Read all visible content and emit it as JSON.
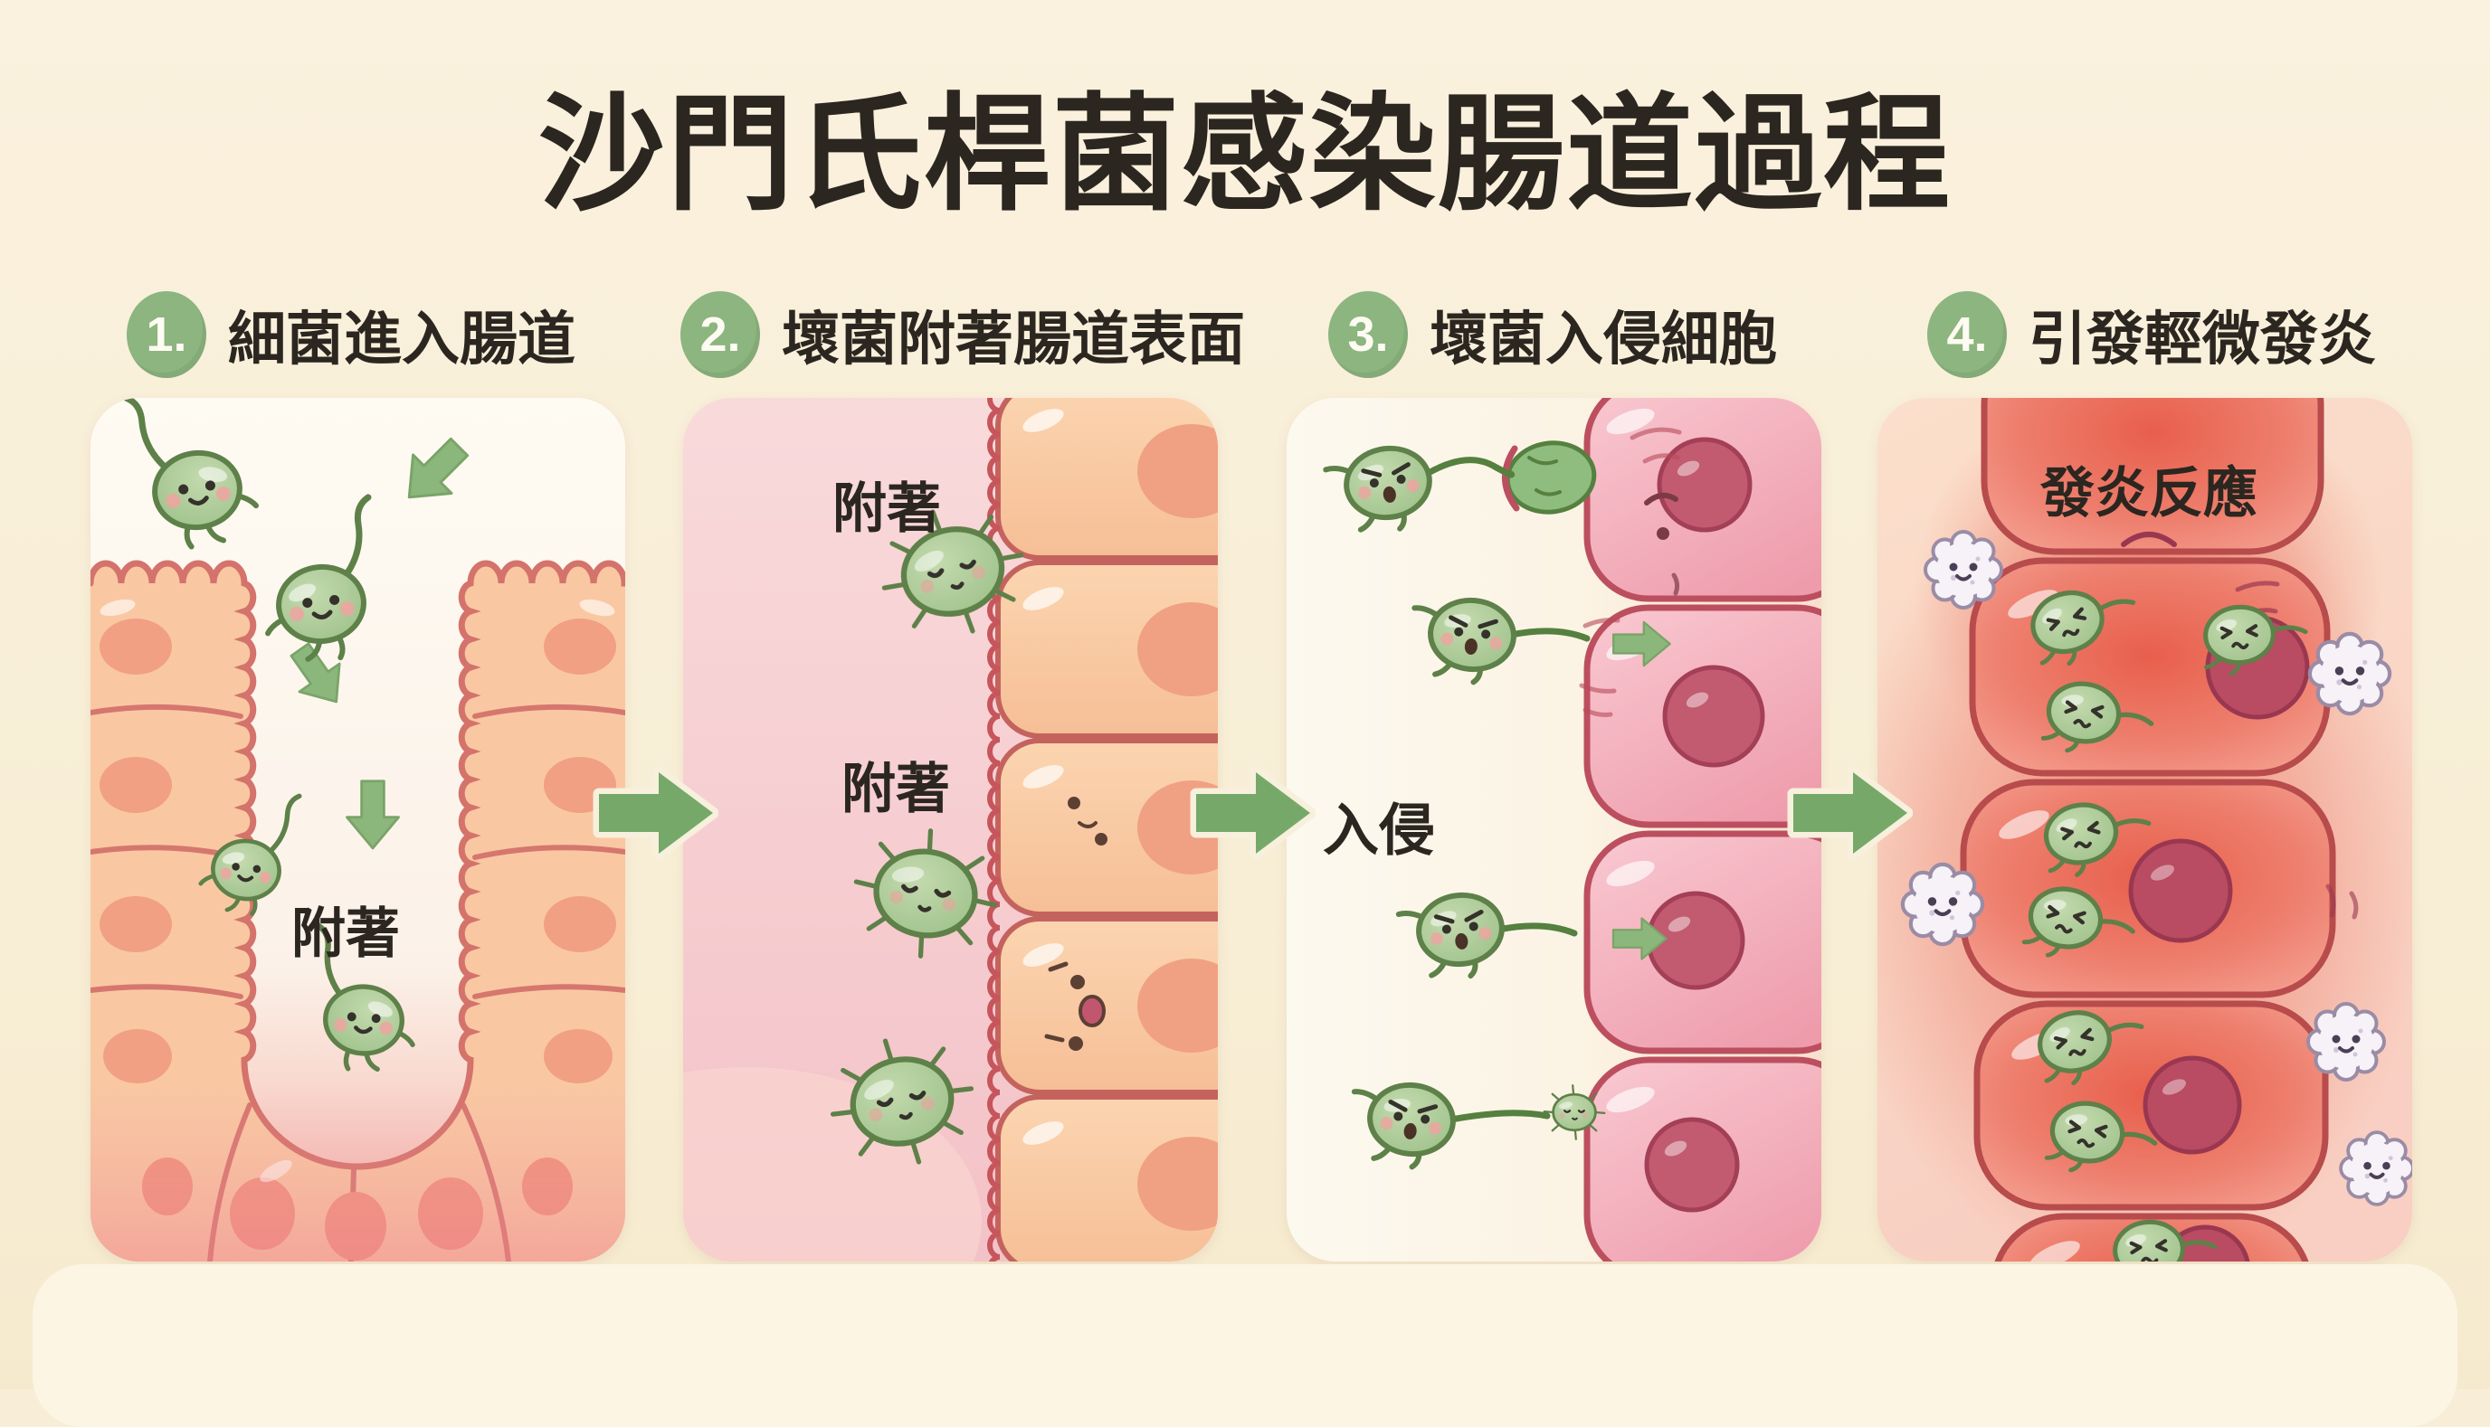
{
  "title": "沙門氏桿菌感染腸道過程",
  "steps": [
    {
      "number": "1.",
      "label": "細菌進入腸道"
    },
    {
      "number": "2.",
      "label": "壞菌附著腸道表面"
    },
    {
      "number": "3.",
      "label": "壞菌入侵細胞"
    },
    {
      "number": "4.",
      "label": "引發輕微發炎"
    }
  ],
  "panels": [
    {
      "name": "bacteria-enter-intestine",
      "annotations": [
        "附著"
      ]
    },
    {
      "name": "bacteria-attach-surface",
      "annotations": [
        "附著",
        "附著"
      ]
    },
    {
      "name": "bacteria-invade-cells",
      "annotations": [
        "入侵"
      ]
    },
    {
      "name": "mild-inflammation",
      "annotations": [
        "發炎反應"
      ]
    }
  ],
  "icons": {
    "step_arrow": "arrow-right-icon",
    "entry_arrow": "arrow-down-icon",
    "bacterium": "bacterium-icon",
    "leukocyte": "white-blood-cell-icon"
  },
  "colors": {
    "page_background": "#F8EED7",
    "title_text": "#2B2620",
    "step_badge_green": "#8CB57F",
    "arrow_green": "#76A969",
    "bacteria_green": "#9CC089",
    "bacteria_outline": "#5E8049",
    "epithelial_peach": "#F9C8A3",
    "epithelial_outline": "#D4736B",
    "lumen_pink": "#F8D8D8",
    "invaded_cell_pink": "#EF9FAE",
    "invaded_cell_outline": "#BC4F5F",
    "inflamed_cell_red": "#EE7F6E",
    "inflamed_glow": "#E85F4C",
    "nucleus_rose": "#C25A70",
    "leukocyte_white": "#F6F2F7"
  }
}
